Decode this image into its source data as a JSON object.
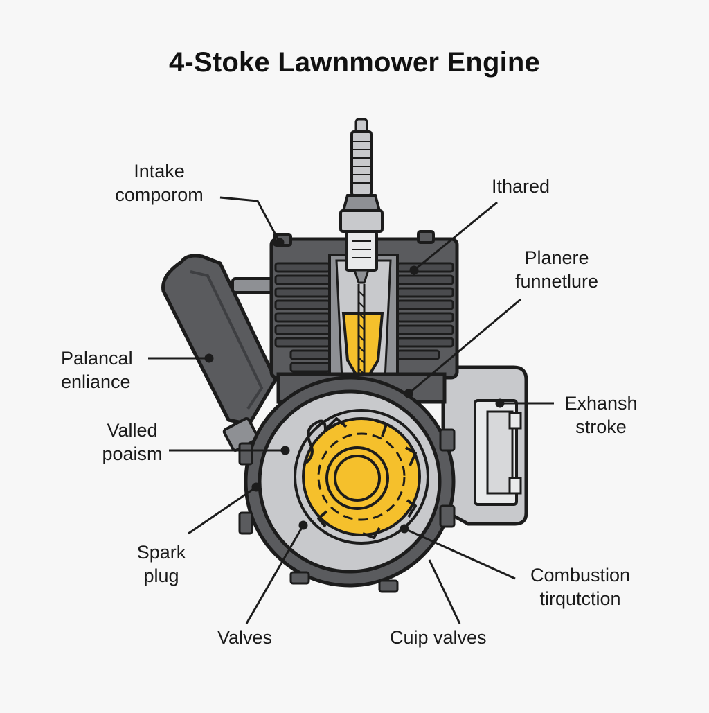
{
  "title": "4-Stoke Lawnmower Engine",
  "labels": {
    "intake_compoorom": {
      "line1": "Intake",
      "line2": "comporom"
    },
    "ithared": {
      "line1": "Ithared"
    },
    "planere_funnetlure": {
      "line1": "Planere",
      "line2": "funnetlure"
    },
    "palancal_enliance": {
      "line1": "Palancal",
      "line2": "enliance"
    },
    "exhansh_stroke": {
      "line1": "Exhansh",
      "line2": "stroke"
    },
    "valled_poaism": {
      "line1": "Valled",
      "line2": "poaism"
    },
    "spark_plug": {
      "line1": "Spark",
      "line2": "plug"
    },
    "combustion_tirqutction": {
      "line1": "Combustion",
      "line2": "tirqutction"
    },
    "valves": {
      "line1": "Valves"
    },
    "cuip_valves": {
      "line1": "Cuip valves"
    }
  },
  "colors": {
    "outline": "#1c1c1c",
    "body_dark": "#5a5b5e",
    "body_mid": "#8e9094",
    "body_light": "#c8c9cc",
    "accent_yellow": "#f5c02c"
  }
}
